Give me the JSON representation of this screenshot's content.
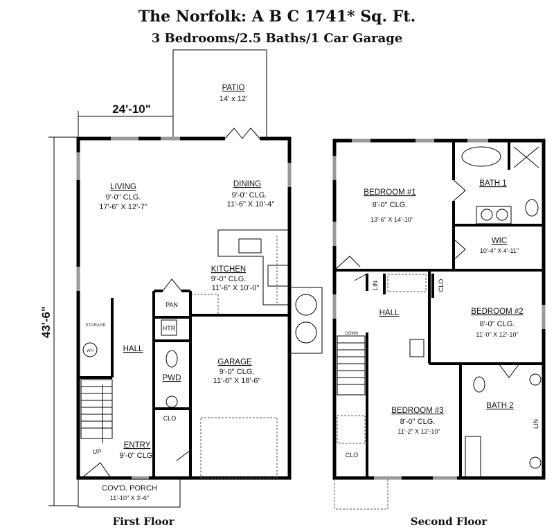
{
  "header": {
    "title": "The Norfolk: A B C 1741* Sq. Ft.",
    "subtitle": "3 Bedrooms/2.5 Baths/1 Car Garage"
  },
  "dimensions": {
    "width": "24'-10\"",
    "depth": "43'-6\""
  },
  "first_floor": {
    "caption": "First Floor",
    "patio": {
      "name": "PATIO",
      "size": "14' x 12'"
    },
    "living": {
      "name": "LIVING",
      "ceiling": "9'-0\" CLG.",
      "size": "17'-6\" X 12'-7\""
    },
    "dining": {
      "name": "DINING",
      "ceiling": "9'-0\" CLG.",
      "size": "11'-6\" X 10'-4\""
    },
    "kitchen": {
      "name": "KITCHEN",
      "ceiling": "9'-0\" CLG.",
      "size": "11'-6\" X 10'-0\""
    },
    "pan": "PAN",
    "htr": "HTR",
    "storage": "STORAGE",
    "wh": "WH",
    "hall": "HALL",
    "pwd": "PWD",
    "clo": "CLO",
    "up": "UP",
    "garage": {
      "name": "GARAGE",
      "ceiling": "9'-0\" CLG.",
      "size": "11'-6\" X 18'-6\""
    },
    "entry": {
      "name": "ENTRY",
      "ceiling": "9'-0\" CLG."
    },
    "porch": {
      "name": "COV'D. PORCH",
      "size": "11'-10\" X 3'-6\""
    }
  },
  "second_floor": {
    "caption": "Second Floor",
    "bedroom1": {
      "name": "BEDROOM #1",
      "ceiling": "8'-0\" CLG.",
      "size": "13'-6\" X 14'-10\""
    },
    "bath1": "BATH 1",
    "wic": {
      "name": "WIC",
      "size": "10'-4\" X 4'-11\""
    },
    "lin": "LIN",
    "clo": "CLO",
    "hall": "HALL",
    "down": "DOWN",
    "bedroom2": {
      "name": "BEDROOM #2",
      "ceiling": "8'-0\" CLG.",
      "size": "11'-0\" X 12'-10\""
    },
    "bedroom3": {
      "name": "BEDROOM #3",
      "ceiling": "8'-0\" CLG.",
      "size": "11'-2\" X 12'-10\""
    },
    "bath2": "BATH 2",
    "lin2": "LIN",
    "clo2": "CLO"
  }
}
